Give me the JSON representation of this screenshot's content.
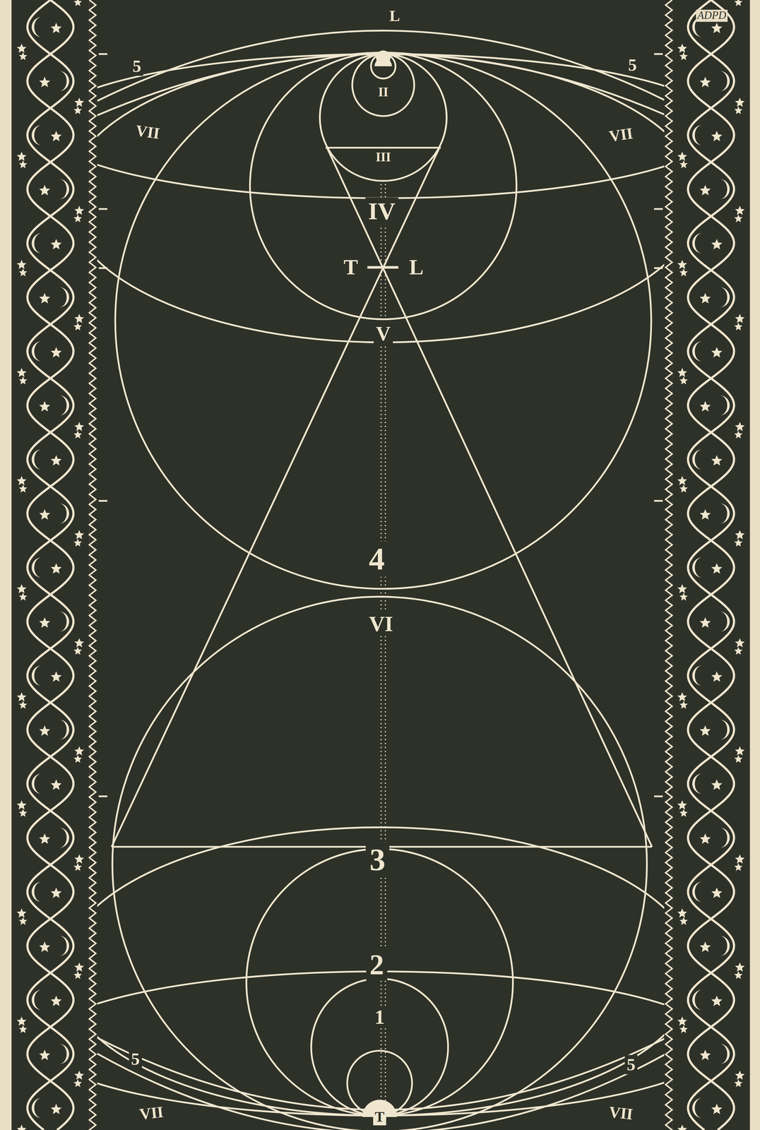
{
  "diagram": {
    "labels": [
      "L",
      "ADPD",
      "5",
      "5",
      "VII",
      "VII",
      "II",
      "III",
      "IV",
      "T",
      "L",
      "V",
      "4",
      "VI",
      "3",
      "2",
      "1",
      "T",
      "5",
      "5",
      "VII",
      "VII"
    ]
  }
}
